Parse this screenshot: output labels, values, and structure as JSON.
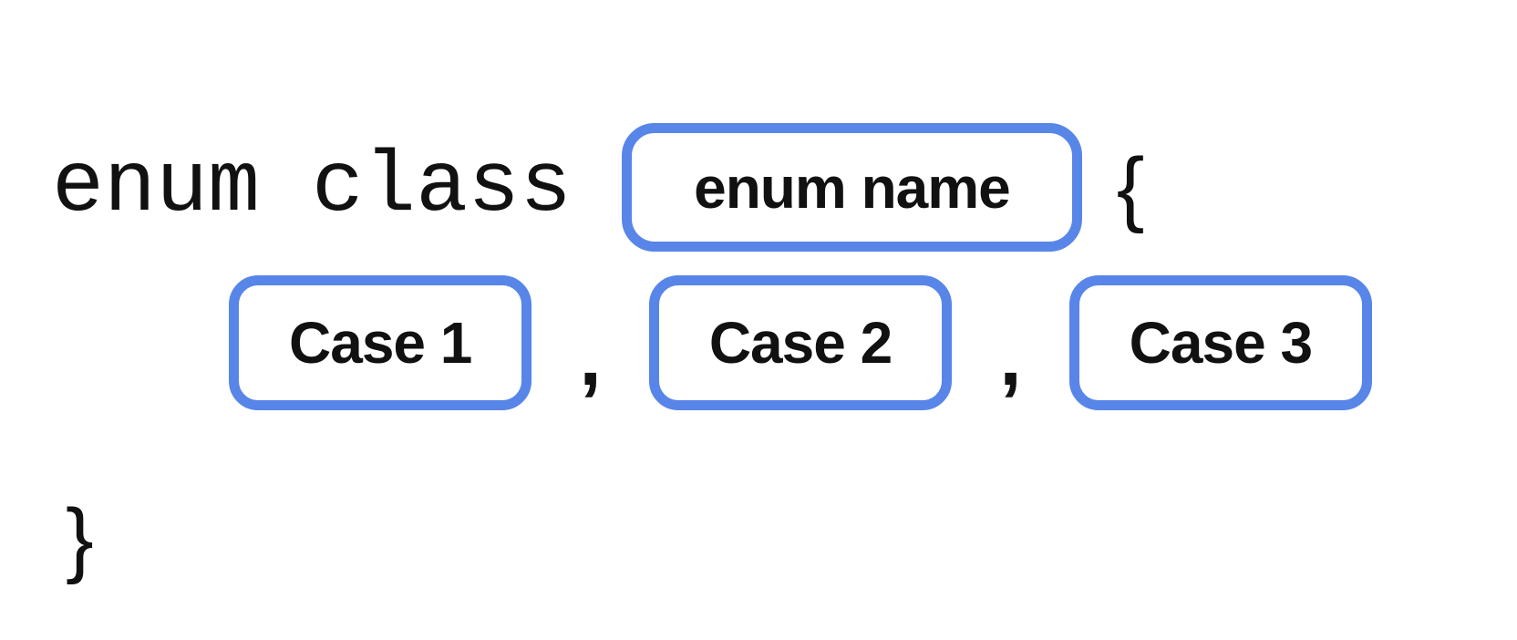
{
  "colors": {
    "accent_blue": "#5885E8",
    "text": "#111111",
    "background": "#FFFFFF"
  },
  "declaration": {
    "keyword": "enum class",
    "enum_name_placeholder": "enum name",
    "open_brace": "{",
    "close_brace": "}",
    "separator": ","
  },
  "cases": [
    {
      "label": "Case 1"
    },
    {
      "label": "Case 2"
    },
    {
      "label": "Case 3"
    }
  ]
}
